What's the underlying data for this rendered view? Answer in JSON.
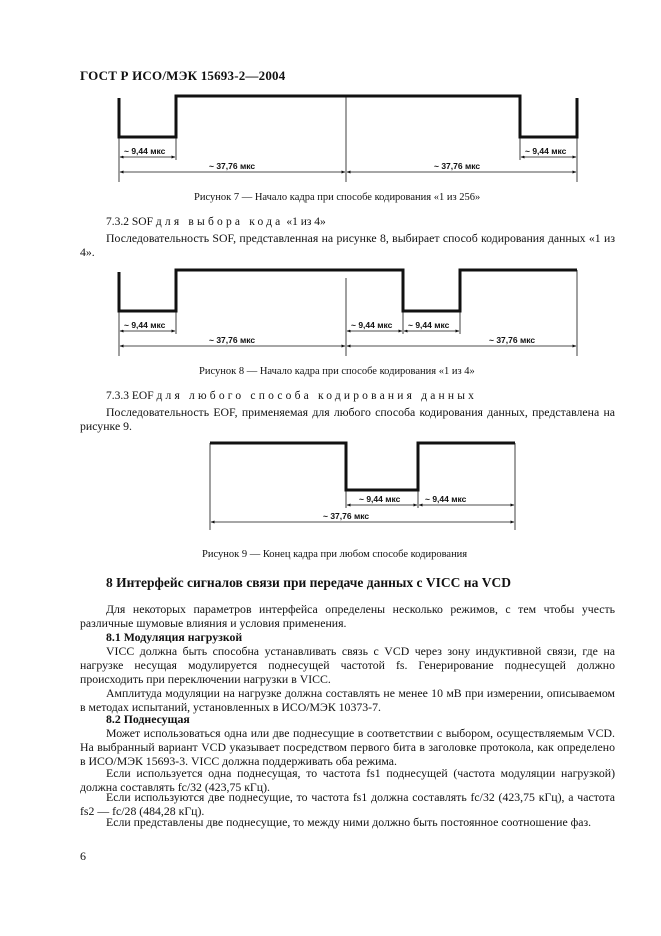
{
  "header": {
    "title": "ГОСТ Р ИСО/МЭК 15693-2—2004"
  },
  "figures": {
    "fig7": {
      "caption": "Рисунок 7 — Начало кадра при способе кодирования «1 из 256»",
      "labels": [
        "~ 9,44 мкс",
        "~ 37,76 мкс",
        "~ 37,76 мкс",
        "~ 9,44 мкс"
      ]
    },
    "fig8": {
      "caption": "Рисунок 8 — Начало кадра при способе кодирования «1 из 4»",
      "labels": [
        "~ 9,44 мкс",
        "~ 37,76 мкс",
        "~ 9,44 мкс",
        "~ 9,44 мкс",
        "~ 37,76 мкс"
      ]
    },
    "fig9": {
      "caption": "Рисунок 9 — Конец кадра при любом способе кодирования",
      "labels": [
        "~ 9,44 мкс",
        "~ 9,44 мкс",
        "~ 37,76 мкс"
      ]
    }
  },
  "section_732": {
    "num": "7.3.2",
    "title_prefix": "SOF",
    "title_spaced": "для выбора кода",
    "title_suffix": "«1 из 4»",
    "text": "Последовательность SOF, представленная на рисунке 8, выбирает способ кодирования данных «1 из 4»."
  },
  "section_733": {
    "num": "7.3.3",
    "title_prefix": "EOF",
    "title_spaced": "для любого способа кодирования данных",
    "text": "Последовательность EOF, применяемая для любого способа кодирования данных, представлена на рисунке 9."
  },
  "section_8": {
    "title": "8 Интерфейс сигналов связи при передаче данных с VICC на VCD",
    "intro": "Для некоторых параметров интерфейса определены несколько режимов, с тем чтобы учесть различные шумовые влияния и условия применения.",
    "s81_title": "8.1 Модуляция нагрузкой",
    "s81_p1": "VICC должна быть способна устанавливать связь с VCD через зону индуктивной связи, где на нагрузке несущая модулируется поднесущей частотой fs. Генерирование поднесущей должно происходить при переключении нагрузки в VICC.",
    "s81_p2": "Амплитуда модуляции на нагрузке должна составлять не менее 10 мВ при измерении, описываемом в методах испытаний, установленных в ИСО/МЭК 10373-7.",
    "s82_title": "8.2 Поднесущая",
    "s82_p1": "Может использоваться одна или две поднесущие в соответствии с выбором, осуществляемым VCD. На выбранный вариант VCD указывает посредством первого бита в заголовке протокола, как определено в ИСО/МЭК 15693-3. VICC должна поддерживать оба режима.",
    "s82_p2": "Если используется одна поднесущая, то частота fs1 поднесущей (частота модуляции нагрузкой) должна составлять fc/32 (423,75 кГц).",
    "s82_p3": "Если используются две поднесущие, то частота fs1 должна составлять fc/32 (423,75 кГц), а частота fs2 — fc/28 (484,28 кГц).",
    "s82_p4": "Если представлены две поднесущие, то между ними должно быть постоянное соотношение фаз."
  },
  "footer": {
    "page_number": "6"
  }
}
